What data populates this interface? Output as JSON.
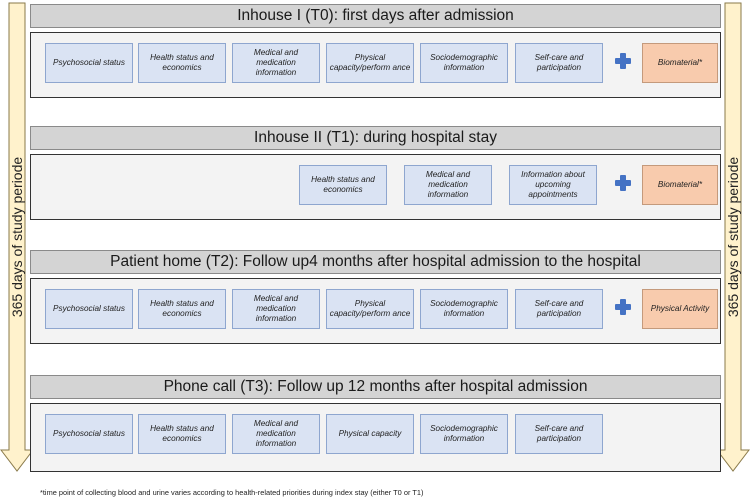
{
  "side_label": "365 days of study periode",
  "phases": [
    {
      "title": "Inhouse I (T0): first days after admission",
      "items": [
        "Psychosocial status",
        "Health status and economics",
        "Medical and medication information",
        "Physical capacity/perform ance",
        "Sociodemographic information",
        "Self-care and participation"
      ],
      "extra": "Biomaterial*"
    },
    {
      "title": "Inhouse II (T1): during hospital stay",
      "items": [
        "Health status and economics",
        "Medical and medication information",
        "Information about upcoming appointments"
      ],
      "extra": "Biomaterial*"
    },
    {
      "title": "Patient home (T2): Follow up4 months after hospital admission to the hospital",
      "items": [
        "Psychosocial status",
        "Health status and economics",
        "Medical and medication information",
        "Physical capacity/perform ance",
        "Sociodemographic information",
        "Self-care and participation"
      ],
      "extra": "Physical Activity"
    },
    {
      "title": "Phone call (T3): Follow up 12 months after hospital admission",
      "items": [
        "Psychosocial status",
        "Health status and economics",
        "Medical and medication information",
        "Physical capacity",
        "Sociodemographic information",
        "Self-care and participation"
      ],
      "extra": ""
    }
  ],
  "footnote": "*time point of collecting blood and urine varies according to health-related priorities during index stay (either T0 or T1)",
  "colors": {
    "item_fill": "#dae3f3",
    "extra_fill": "#f8cbad",
    "plus": "#4472c4",
    "arrow_fill": "#fff2cc"
  }
}
